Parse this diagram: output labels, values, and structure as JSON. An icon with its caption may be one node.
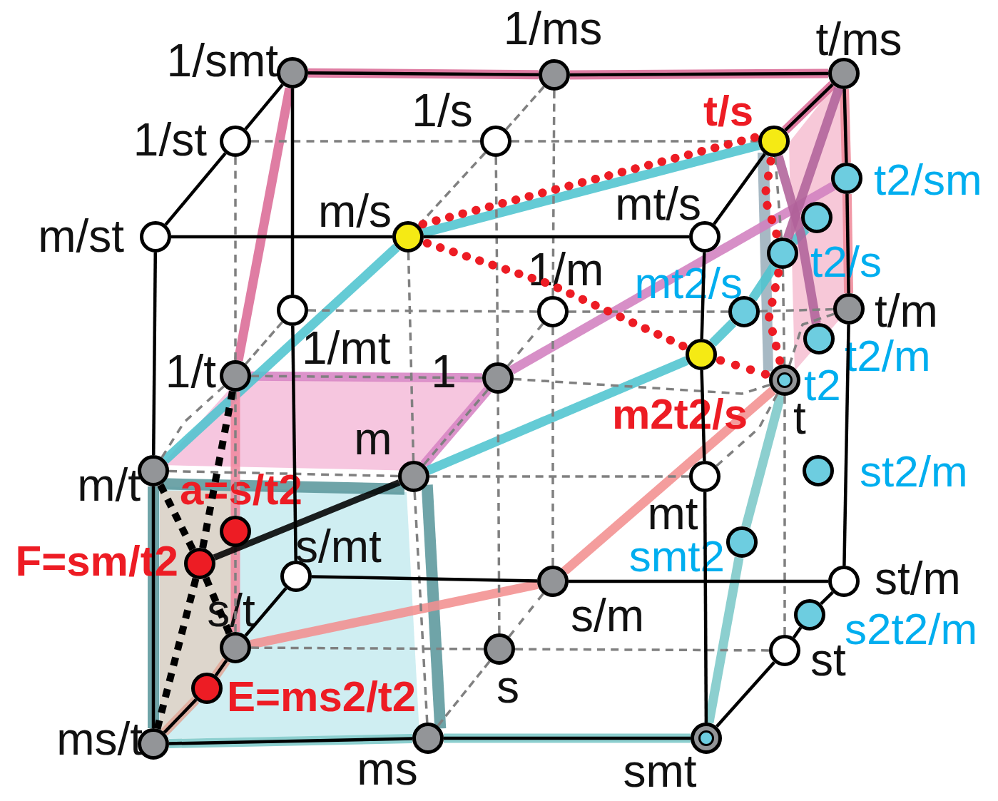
{
  "diagram": {
    "nodes": [
      {
        "text": [],
        "shape": "circle",
        "beside": [
          "1/smt"
        ]
      },
      {
        "text": [],
        "shape": "circle",
        "beside": [
          "1/ms"
        ]
      },
      {
        "text": [],
        "shape": "circle",
        "beside": [
          "t/ms"
        ]
      },
      {
        "text": [],
        "shape": "circle",
        "beside": [
          "1/st"
        ]
      },
      {
        "text": [],
        "shape": "circle",
        "beside": [
          "1/s"
        ]
      },
      {
        "text": [],
        "shape": "circle",
        "beside": [
          "t/s"
        ]
      },
      {
        "text": [],
        "shape": "circle",
        "beside": [
          "t2/sm"
        ]
      },
      {
        "text": [],
        "shape": "circle",
        "beside": [
          "m/st"
        ]
      },
      {
        "text": [],
        "shape": "circle",
        "beside": [
          "m/s"
        ]
      },
      {
        "text": [],
        "shape": "circle",
        "beside": [
          "mt/s"
        ]
      },
      {
        "text": [],
        "shape": "circle"
      },
      {
        "text": [],
        "shape": "circle",
        "beside": [
          "t2/s"
        ]
      },
      {
        "text": [],
        "shape": "circle",
        "beside": [
          "1/mt"
        ]
      },
      {
        "text": [],
        "shape": "circle",
        "beside": [
          "1/m"
        ]
      },
      {
        "text": [],
        "shape": "circle",
        "beside": [
          "mt2/s"
        ]
      },
      {
        "text": [],
        "shape": "circle",
        "beside": [
          "t/m"
        ]
      },
      {
        "text": [],
        "shape": "circle",
        "beside": [
          "t2/m"
        ]
      },
      {
        "text": [],
        "shape": "circle",
        "beside": [
          "1/t"
        ]
      },
      {
        "text": [],
        "shape": "circle",
        "beside": [
          "1"
        ]
      },
      {
        "text": [],
        "shape": "circle",
        "beside": [
          "m2t2/s"
        ]
      },
      {
        "text": [],
        "shape": "circle",
        "beside": [
          "t"
        ]
      },
      {
        "text": [],
        "shape": "circle",
        "in": 20,
        "beside": [
          "t2"
        ]
      },
      {
        "text": [],
        "shape": "circle",
        "beside": [
          "m/t"
        ]
      },
      {
        "text": [],
        "shape": "circle",
        "beside": [
          "m"
        ]
      },
      {
        "text": [],
        "shape": "circle",
        "beside": [
          "mt"
        ]
      },
      {
        "text": [],
        "shape": "circle",
        "beside": [
          "st2/m"
        ]
      },
      {
        "text": [],
        "shape": "circle",
        "beside": [
          "a=s/t2"
        ]
      },
      {
        "text": [],
        "shape": "circle",
        "beside": [
          "smt2"
        ]
      },
      {
        "text": [],
        "shape": "circle",
        "beside": [
          "F=sm/t2"
        ]
      },
      {
        "text": [],
        "shape": "circle",
        "beside": [
          "s/mt"
        ]
      },
      {
        "text": [],
        "shape": "circle",
        "beside": [
          "s/m"
        ]
      },
      {
        "text": [],
        "shape": "circle",
        "beside": [
          "st/m"
        ]
      },
      {
        "text": [],
        "shape": "circle",
        "beside": [
          "s2t2/m"
        ]
      },
      {
        "text": [],
        "shape": "circle",
        "beside": [
          "s/t"
        ]
      },
      {
        "text": [],
        "shape": "circle",
        "beside": [
          "s"
        ]
      },
      {
        "text": [],
        "shape": "circle",
        "beside": [
          "st"
        ]
      },
      {
        "text": [],
        "shape": "circle",
        "beside": [
          "E=ms2/t2"
        ]
      },
      {
        "text": [],
        "shape": "circle",
        "beside": [
          "ms/t"
        ]
      },
      {
        "text": [],
        "shape": "circle",
        "beside": [
          "ms"
        ]
      },
      {
        "text": [],
        "shape": "circle",
        "beside": [
          "smt"
        ]
      },
      {
        "text": [],
        "shape": "circle",
        "in": 39
      }
    ],
    "edges": [
      {
        "from": 0,
        "to": 1,
        "arrow": "none"
      },
      {
        "from": 1,
        "to": 2,
        "arrow": "none"
      },
      {
        "from": 0,
        "to": 3,
        "arrow": "none"
      },
      {
        "from": 3,
        "to": 7,
        "arrow": "none"
      },
      {
        "from": 0,
        "to": 12,
        "arrow": "none"
      },
      {
        "from": 12,
        "to": 29,
        "arrow": "none"
      },
      {
        "from": 2,
        "to": 5,
        "arrow": "none"
      },
      {
        "from": 5,
        "to": 9,
        "arrow": "none"
      },
      {
        "from": 2,
        "to": 6,
        "arrow": "none"
      },
      {
        "from": 6,
        "to": 15,
        "arrow": "none"
      },
      {
        "from": 15,
        "to": 31,
        "arrow": "none"
      },
      {
        "from": 7,
        "to": 8,
        "arrow": "none"
      },
      {
        "from": 8,
        "to": 9,
        "arrow": "none"
      },
      {
        "from": 7,
        "to": 22,
        "arrow": "none"
      },
      {
        "from": 22,
        "to": 37,
        "arrow": "none"
      },
      {
        "from": 37,
        "to": 38,
        "arrow": "none"
      },
      {
        "from": 38,
        "to": 39,
        "arrow": "none"
      },
      {
        "from": 9,
        "to": 19,
        "arrow": "none"
      },
      {
        "from": 19,
        "to": 24,
        "arrow": "none"
      },
      {
        "from": 24,
        "to": 39,
        "arrow": "none"
      },
      {
        "from": 29,
        "to": 30,
        "arrow": "none"
      },
      {
        "from": 30,
        "to": 31,
        "arrow": "none"
      },
      {
        "from": 29,
        "to": 33,
        "arrow": "none"
      },
      {
        "from": 33,
        "to": 36,
        "arrow": "none"
      },
      {
        "from": 36,
        "to": 37,
        "arrow": "none"
      },
      {
        "from": 31,
        "to": 32,
        "arrow": "none"
      },
      {
        "from": 32,
        "to": 35,
        "arrow": "none"
      },
      {
        "from": 35,
        "to": 39,
        "arrow": "none"
      },
      {
        "from": 3,
        "to": 4,
        "arrow": "none",
        "style": "dashed",
        "color": "#808080"
      },
      {
        "from": 4,
        "to": 5,
        "arrow": "none",
        "style": "dashed",
        "color": "#808080"
      },
      {
        "from": 3,
        "to": 17,
        "arrow": "none",
        "style": "dashed",
        "color": "#808080"
      },
      {
        "from": 17,
        "to": 26,
        "arrow": "none",
        "style": "dashed",
        "color": "#808080"
      },
      {
        "from": 26,
        "to": 33,
        "arrow": "none",
        "style": "dashed",
        "color": "#808080"
      },
      {
        "from": 17,
        "to": 18,
        "arrow": "none",
        "style": "dashed",
        "color": "#808080"
      },
      {
        "from": 18,
        "to": 20,
        "arrow": "none",
        "style": "dashed",
        "color": "#808080"
      },
      {
        "from": 33,
        "to": 34,
        "arrow": "none",
        "style": "dashed",
        "color": "#808080"
      },
      {
        "from": 34,
        "to": 35,
        "arrow": "none",
        "style": "dashed",
        "color": "#808080"
      },
      {
        "from": 4,
        "to": 18,
        "arrow": "none",
        "style": "dashed",
        "color": "#808080"
      },
      {
        "from": 18,
        "to": 34,
        "arrow": "none",
        "style": "dashed",
        "color": "#808080"
      },
      {
        "from": 5,
        "to": 11,
        "arrow": "none",
        "style": "dashed",
        "color": "#808080"
      },
      {
        "from": 11,
        "to": 20,
        "arrow": "none",
        "style": "dashed",
        "color": "#808080"
      },
      {
        "from": 20,
        "to": 35,
        "arrow": "none",
        "style": "dashed",
        "color": "#808080"
      },
      {
        "from": 8,
        "to": 23,
        "arrow": "none",
        "style": "dashed",
        "color": "#808080"
      },
      {
        "from": 23,
        "to": 38,
        "arrow": "none",
        "style": "dashed",
        "color": "#808080"
      },
      {
        "from": 22,
        "to": 23,
        "arrow": "none",
        "style": "dashed",
        "color": "#808080"
      },
      {
        "from": 23,
        "to": 24,
        "arrow": "none",
        "style": "dashed",
        "color": "#808080"
      },
      {
        "from": 1,
        "to": 13,
        "arrow": "none",
        "style": "dashed",
        "color": "#808080"
      },
      {
        "from": 13,
        "to": 30,
        "arrow": "none",
        "style": "dashed",
        "color": "#808080"
      },
      {
        "from": 12,
        "to": 13,
        "arrow": "none",
        "style": "dashed",
        "color": "#808080"
      },
      {
        "from": 13,
        "to": 14,
        "arrow": "none",
        "style": "dashed",
        "color": "#808080"
      },
      {
        "from": 14,
        "to": 15,
        "arrow": "none",
        "style": "dashed",
        "color": "#808080"
      },
      {
        "from": 1,
        "to": 4,
        "arrow": "none",
        "style": "dashed",
        "color": "#808080"
      },
      {
        "from": 4,
        "to": 8,
        "arrow": "none",
        "style": "dashed",
        "color": "#808080"
      },
      {
        "from": 12,
        "to": 17,
        "arrow": "none",
        "style": "dashed",
        "color": "#808080"
      },
      {
        "from": 17,
        "to": 22,
        "arrow": "none",
        "style": "dashed",
        "color": "#808080"
      },
      {
        "from": 13,
        "to": 18,
        "arrow": "none",
        "style": "dashed",
        "color": "#808080"
      },
      {
        "from": 18,
        "to": 23,
        "arrow": "none",
        "style": "dashed",
        "color": "#808080"
      },
      {
        "from": 15,
        "to": 20,
        "arrow": "none",
        "style": "dashed",
        "color": "#808080"
      },
      {
        "from": 20,
        "to": 24,
        "arrow": "none",
        "style": "dashed",
        "color": "#808080"
      },
      {
        "from": 30,
        "to": 34,
        "arrow": "none",
        "style": "dashed",
        "color": "#808080"
      },
      {
        "from": 34,
        "to": 38,
        "arrow": "none",
        "style": "dashed",
        "color": "#808080"
      },
      {
        "from": 0,
        "to": 1,
        "arrow": "none",
        "style": "thick",
        "color": "#db6b96"
      },
      {
        "from": 1,
        "to": 2,
        "arrow": "none",
        "style": "thick",
        "color": "#db6b96"
      },
      {
        "from": 0,
        "to": 17,
        "arrow": "none",
        "style": "thick",
        "color": "#db6b96"
      },
      {
        "from": 17,
        "to": 18,
        "arrow": "none",
        "style": "thick",
        "color": "#d784c4"
      },
      {
        "from": 18,
        "to": 23,
        "arrow": "none",
        "style": "thick",
        "color": "#d784c4"
      },
      {
        "from": 18,
        "to": 6,
        "arrow": "none",
        "style": "thick",
        "color": "#d27fbf"
      },
      {
        "from": 22,
        "to": 8,
        "arrow": "none",
        "style": "thick",
        "color": "#4fc4cf"
      },
      {
        "from": 8,
        "to": 5,
        "arrow": "none",
        "style": "thick",
        "color": "#4fc4cf"
      },
      {
        "from": 23,
        "to": 19,
        "arrow": "none",
        "style": "thick",
        "color": "#4fc4cf"
      },
      {
        "from": 19,
        "to": 14,
        "arrow": "none",
        "style": "thick",
        "color": "#4fc4cf"
      },
      {
        "from": 14,
        "to": 11,
        "arrow": "none",
        "style": "thick",
        "color": "#4fc4cf"
      },
      {
        "from": 11,
        "to": 10,
        "arrow": "none",
        "style": "thick",
        "color": "#4fc4cf"
      },
      {
        "from": 22,
        "to": 23,
        "arrow": "none",
        "style": "thick",
        "color": "#5b979c"
      },
      {
        "from": 23,
        "to": 38,
        "arrow": "none",
        "style": "thick",
        "color": "#5b979c"
      },
      {
        "from": 22,
        "to": 37,
        "arrow": "none",
        "style": "thick",
        "color": "#5b979c"
      },
      {
        "from": 37,
        "to": 38,
        "arrow": "none",
        "style": "thick",
        "color": "#7cc8c8"
      },
      {
        "from": 38,
        "to": 39,
        "arrow": "none",
        "style": "thick",
        "color": "#7cc8c8"
      },
      {
        "from": 39,
        "to": 27,
        "arrow": "none",
        "style": "thick",
        "color": "#7cc8c8"
      },
      {
        "from": 27,
        "to": 20,
        "arrow": "none",
        "style": "thick",
        "color": "#7cc8c8"
      },
      {
        "from": 37,
        "to": 36,
        "arrow": "none",
        "style": "thick",
        "color": "#e0a898"
      },
      {
        "from": 36,
        "to": 33,
        "arrow": "none",
        "style": "thick",
        "color": "#e0a898"
      },
      {
        "from": 33,
        "to": 30,
        "arrow": "none",
        "style": "thick",
        "color": "#f28f8f"
      },
      {
        "from": 30,
        "to": 20,
        "arrow": "none",
        "style": "thick",
        "color": "#f28f8f"
      },
      {
        "from": 17,
        "to": 26,
        "arrow": "none",
        "style": "thick",
        "color": "#f08aa0"
      },
      {
        "from": 26,
        "to": 33,
        "arrow": "none",
        "style": "thick",
        "color": "#f08aa0"
      },
      {
        "from": 2,
        "to": 5,
        "arrow": "none",
        "style": "thick",
        "color": "#db6b96"
      },
      {
        "from": 2,
        "to": 6,
        "arrow": "none",
        "style": "thick",
        "color": "#ef8a9a"
      },
      {
        "from": 6,
        "to": 15,
        "arrow": "none",
        "style": "thick",
        "color": "#ef8a9a"
      },
      {
        "from": 2,
        "to": 11,
        "arrow": "none",
        "style": "thick",
        "color": "#b0629a"
      },
      {
        "from": 5,
        "to": 16,
        "arrow": "none",
        "style": "thick",
        "color": "#b0629a"
      },
      {
        "from": 8,
        "to": 5,
        "arrow": "none",
        "style": "dashed",
        "color": "#ed1c24"
      },
      {
        "from": 8,
        "to": 19,
        "arrow": "none",
        "style": "dashed",
        "color": "#ed1c24"
      },
      {
        "from": 19,
        "to": 20,
        "arrow": "none",
        "style": "dashed",
        "color": "#ed1c24"
      },
      {
        "from": 5,
        "to": 11,
        "arrow": "none",
        "style": "dashed",
        "color": "#ed1c24"
      },
      {
        "from": 11,
        "to": 20,
        "arrow": "none",
        "style": "dashed",
        "color": "#ed1c24"
      },
      {
        "from": 17,
        "to": 28,
        "arrow": "none",
        "style": "dashed"
      },
      {
        "from": 28,
        "to": 37,
        "arrow": "none",
        "style": "dashed"
      },
      {
        "from": 22,
        "to": 28,
        "arrow": "none",
        "style": "dashed"
      },
      {
        "from": 28,
        "to": 33,
        "arrow": "none",
        "style": "dashed"
      },
      {
        "from": 28,
        "to": 23,
        "arrow": "none",
        "style": "thick"
      }
    ]
  }
}
